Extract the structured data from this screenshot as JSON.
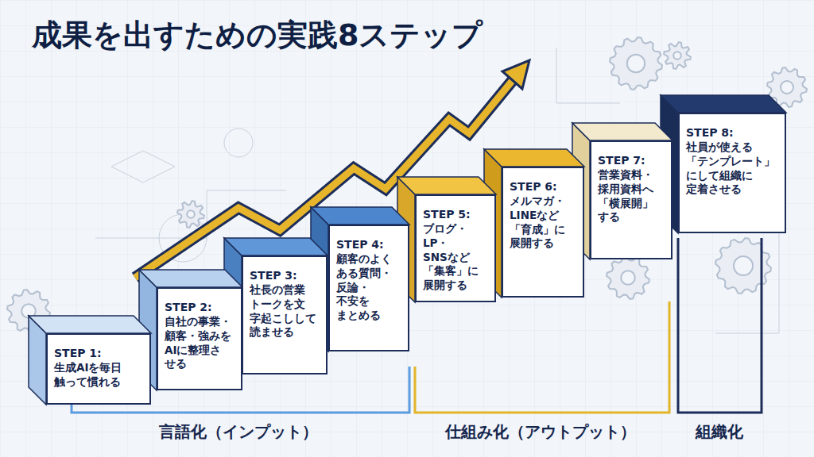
{
  "diagram": {
    "title": "成果を出すための実践8ステップ",
    "nodes": [
      {
        "text": [
          "STEP 1:",
          "生成AIを毎日 触って慣れる"
        ]
      },
      {
        "text": [
          "STEP 2:",
          "自社の事業・ 顧客・強みを AIに整理さ せる"
        ]
      },
      {
        "text": [
          "STEP 3:",
          "社長の営業 トークを文 字起こしして 読ませる"
        ]
      },
      {
        "text": [
          "STEP 4:",
          "顧客のよく ある質問・ 反論・不安を まとめる"
        ]
      },
      {
        "text": [
          "STEP 5:",
          "ブログ・LP・ SNSなど 「集客」に 展開する"
        ]
      },
      {
        "text": [
          "STEP 6:",
          "メルマガ・ LINEなど 「育成」に 展開する"
        ]
      },
      {
        "text": [
          "STEP 7:",
          "営業資料・ 採用資料へ 「横展開」 する"
        ]
      },
      {
        "text": [
          "STEP 8:",
          "社員が使える 「テンプレート」 にして組織に 定着させる"
        ]
      }
    ],
    "labels": [
      "言語化（インプット）",
      "仕組み化（アウトプット）",
      "組織化"
    ]
  }
}
